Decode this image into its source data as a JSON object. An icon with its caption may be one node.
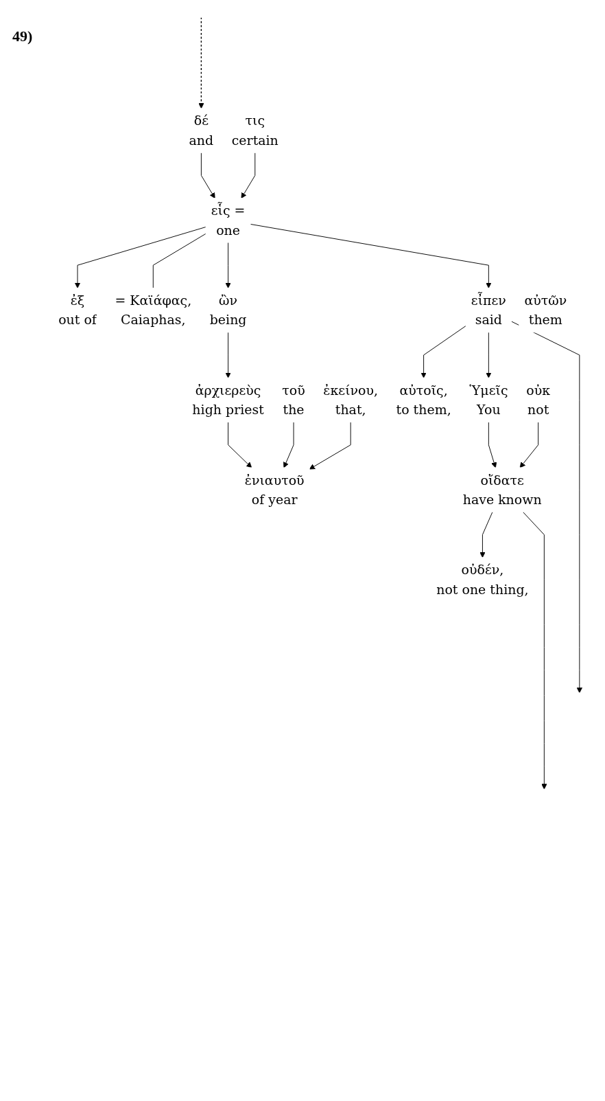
{
  "diagram": {
    "nodes": [
      {
        "text": [
          "δέ",
          "and"
        ]
      },
      {
        "text": [
          "εἷς =",
          "one"
        ]
      },
      {
        "text": [
          "τις",
          "certain"
        ]
      },
      {
        "text": [
          "ἐξ",
          "out of"
        ]
      },
      {
        "text": [
          "αὐτῶν",
          "them"
        ]
      },
      {
        "text": [
          "= Καϊάφας,",
          "Caiaphas,"
        ]
      },
      {
        "text": [
          "ἀρχιερεὺς",
          "high priest"
        ]
      },
      {
        "text": [
          "ὢν",
          "being"
        ]
      },
      {
        "text": [
          "τοῦ",
          "the"
        ]
      },
      {
        "text": [
          "ἐνιαυτοῦ",
          "of year"
        ]
      },
      {
        "text": [
          "ἐκείνου,",
          "that,"
        ]
      },
      {
        "text": [
          "εἶπεν",
          "said"
        ]
      },
      {
        "text": [
          "αὐτοῖς,",
          "to them,"
        ]
      },
      {
        "text": [
          "Ὑμεῖς",
          "You"
        ]
      },
      {
        "text": [
          "οὐκ",
          "not"
        ]
      },
      {
        "text": [
          "οἴδατε",
          "have known"
        ]
      },
      {
        "text": [
          "οὐδέν,",
          "not one thing,"
        ]
      }
    ],
    "edges": [
      {
        "from": null,
        "to": 0,
        "arrow": "to",
        "style": "dashed"
      },
      {
        "from": 0,
        "to": 1,
        "arrow": "to"
      },
      {
        "from": 2,
        "to": 1,
        "arrow": "to"
      },
      {
        "from": 1,
        "to": 3,
        "arrow": "to"
      },
      {
        "from": 1,
        "to": 5,
        "arrow": "none"
      },
      {
        "from": 1,
        "to": 7,
        "arrow": "to"
      },
      {
        "from": 7,
        "to": 6,
        "arrow": "to"
      },
      {
        "from": 6,
        "to": 9,
        "arrow": "to"
      },
      {
        "from": 8,
        "to": 9,
        "arrow": "to"
      },
      {
        "from": 10,
        "to": 9,
        "arrow": "to"
      },
      {
        "from": 1,
        "to": 11,
        "arrow": "to"
      },
      {
        "from": 11,
        "to": 12,
        "arrow": "to"
      },
      {
        "from": 11,
        "to": 13,
        "arrow": "to"
      },
      {
        "from": 13,
        "to": 15,
        "arrow": "to"
      },
      {
        "from": 14,
        "to": 15,
        "arrow": "to"
      },
      {
        "from": 15,
        "to": 16,
        "arrow": "to"
      },
      {
        "from": 11,
        "to": null,
        "arrow": "to"
      },
      {
        "from": 15,
        "to": null,
        "arrow": "to"
      }
    ],
    "labels": [
      "49)"
    ]
  }
}
